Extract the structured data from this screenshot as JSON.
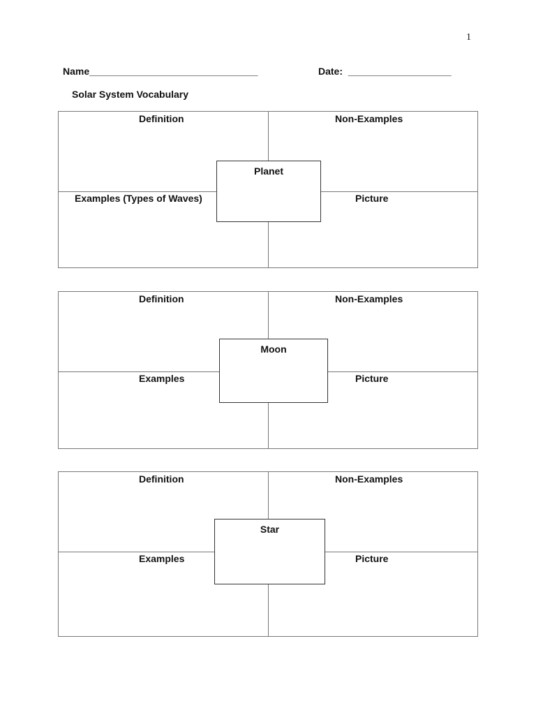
{
  "header": {
    "page_number": "1",
    "name_line": "Name_______________________________",
    "date_line": "Date:  ___________________",
    "title": "Solar System Vocabulary"
  },
  "charts": [
    {
      "term": "Planet",
      "definition": "Definition",
      "non_examples": "Non-Examples",
      "examples": "Examples (Types of Waves)",
      "picture": "Picture"
    },
    {
      "term": "Moon",
      "definition": "Definition",
      "non_examples": "Non-Examples",
      "examples": "Examples",
      "picture": "Picture"
    },
    {
      "term": "Star",
      "definition": "Definition",
      "non_examples": "Non-Examples",
      "examples": "Examples",
      "picture": "Picture"
    }
  ]
}
